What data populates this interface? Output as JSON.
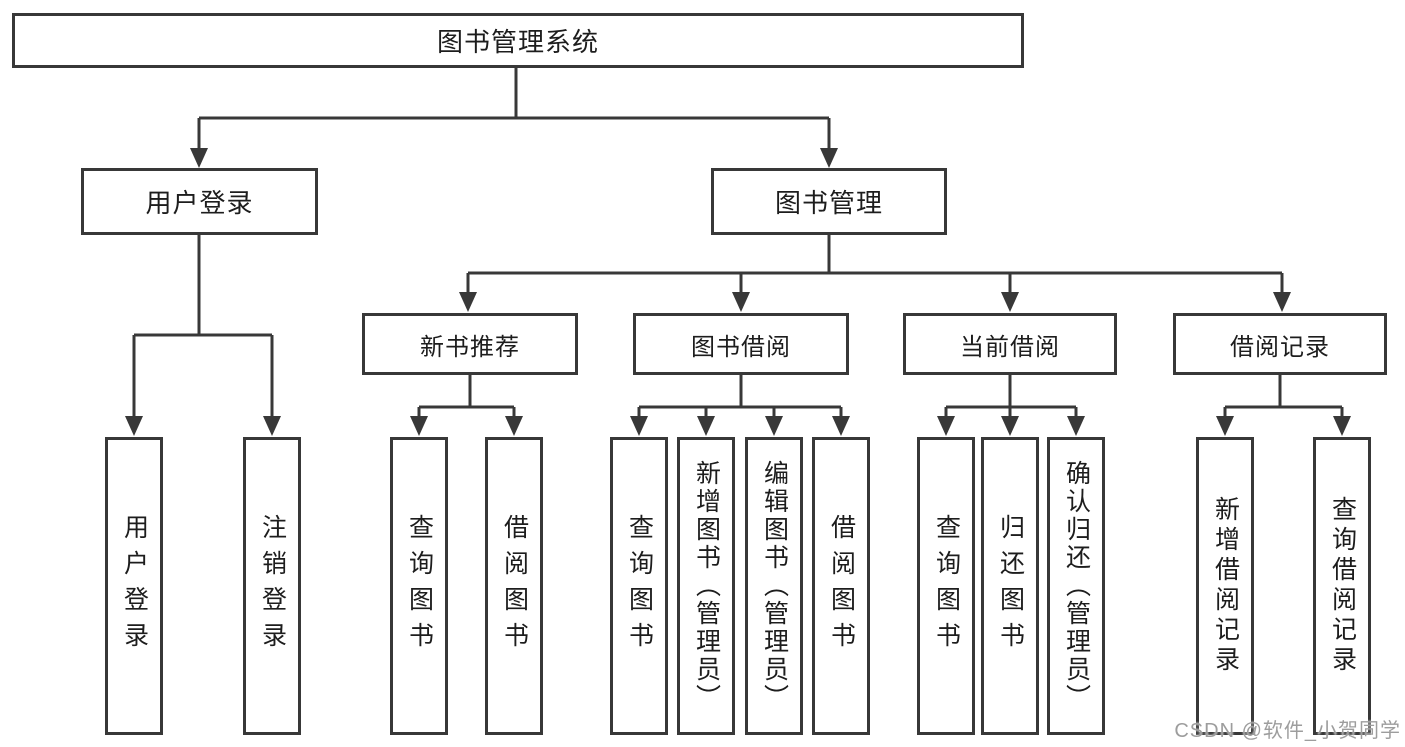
{
  "diagram": {
    "title": "图书管理系统",
    "user_login": "用户登录",
    "book_mgmt": "图书管理",
    "user_login_children": [
      "用户登录",
      "注销登录"
    ],
    "book_mgmt_children": [
      "新书推荐",
      "图书借阅",
      "当前借阅",
      "借阅记录"
    ],
    "new_book_children": [
      "查询图书",
      "借阅图书"
    ],
    "book_borrow_children": [
      "查询图书",
      "新增图书（管理员）",
      "编辑图书（管理员）",
      "借阅图书"
    ],
    "current_borrow_children": [
      "查询图书",
      "归还图书",
      "确认归还（管理员）"
    ],
    "borrow_record_children": [
      "新增借阅记录",
      "查询借阅记录"
    ]
  },
  "watermark": {
    "text": "CSDN @软件_小贺同学"
  },
  "colors": {
    "line": "#383838",
    "text": "#1d1d1d",
    "watermark": "#9d9d9d",
    "background": "#ffffff"
  }
}
